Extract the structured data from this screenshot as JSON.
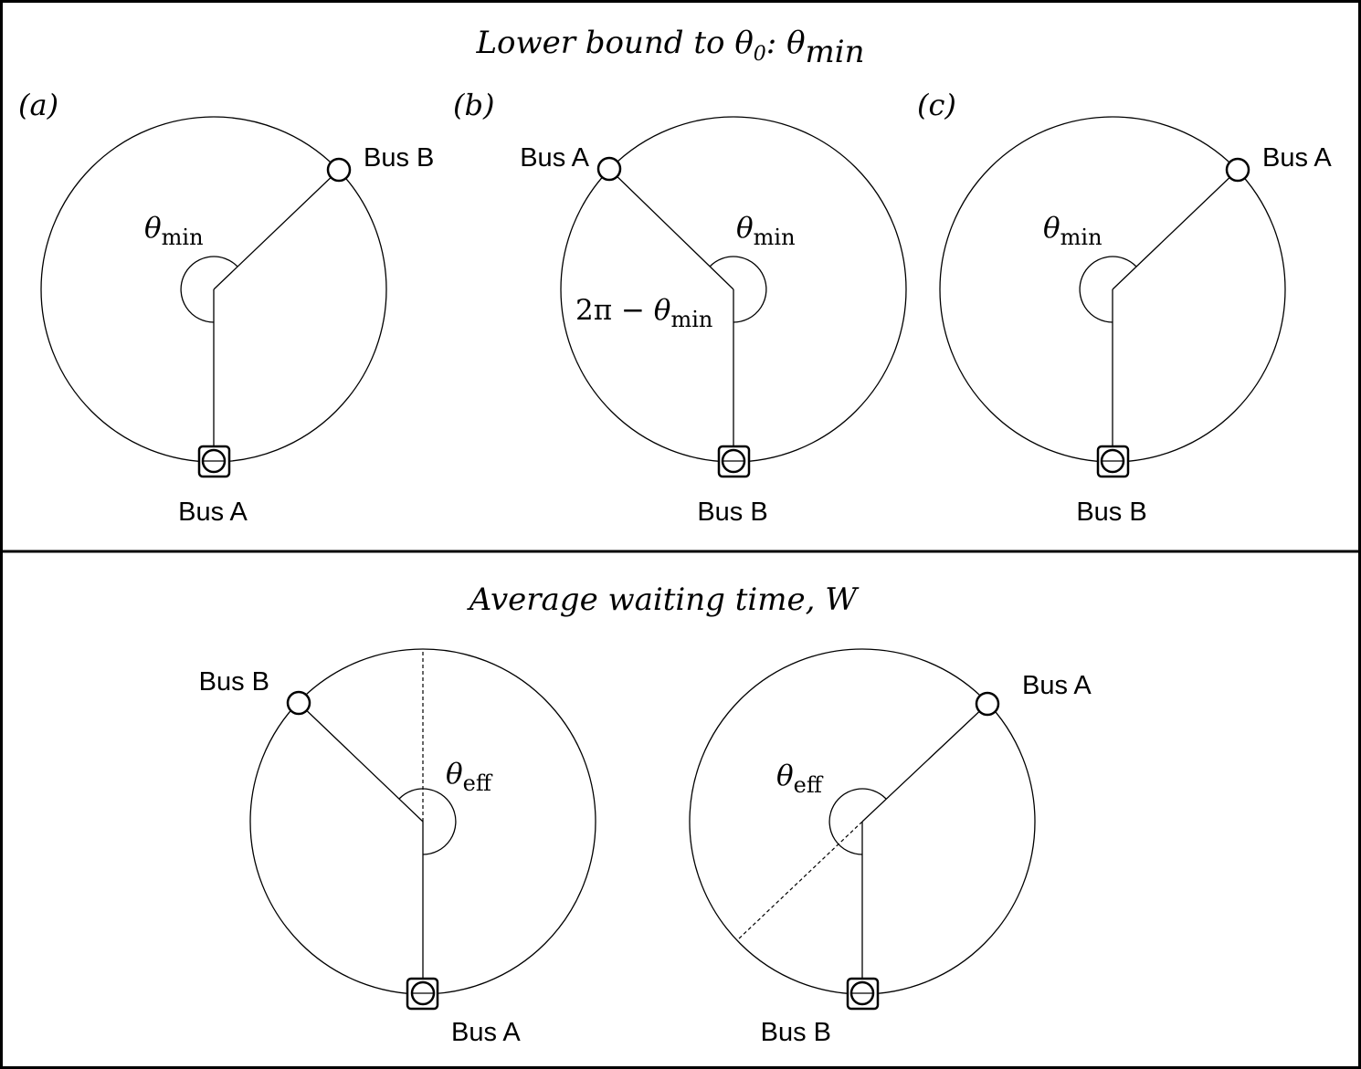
{
  "top": {
    "title": {
      "prefix": "Lower bound to ",
      "theta": "θ",
      "sub0": "0",
      "colon": ": ",
      "theta2": "θ",
      "sub": "min"
    },
    "panels": [
      {
        "tag": "(a)",
        "label_top": "Bus B",
        "label_bottom": "Bus A",
        "angle_theta": "θ",
        "angle_sub": "min"
      },
      {
        "tag": "(b)",
        "label_top": "Bus A",
        "label_bottom": "Bus B",
        "angle_theta": "θ",
        "angle_sub": "min",
        "extra_prefix": "2π − ",
        "extra_theta": "θ",
        "extra_sub": "min"
      },
      {
        "tag": "(c)",
        "label_top": "Bus A",
        "label_bottom": "Bus B",
        "angle_theta": "θ",
        "angle_sub": "min"
      }
    ]
  },
  "bottom": {
    "title": "Average waiting time, W",
    "panels": [
      {
        "label_top": "Bus B",
        "label_bottom": "Bus A",
        "angle_theta": "θ",
        "angle_sub": "eff"
      },
      {
        "label_top": "Bus A",
        "label_bottom": "Bus B",
        "angle_theta": "θ",
        "angle_sub": "eff"
      }
    ]
  }
}
